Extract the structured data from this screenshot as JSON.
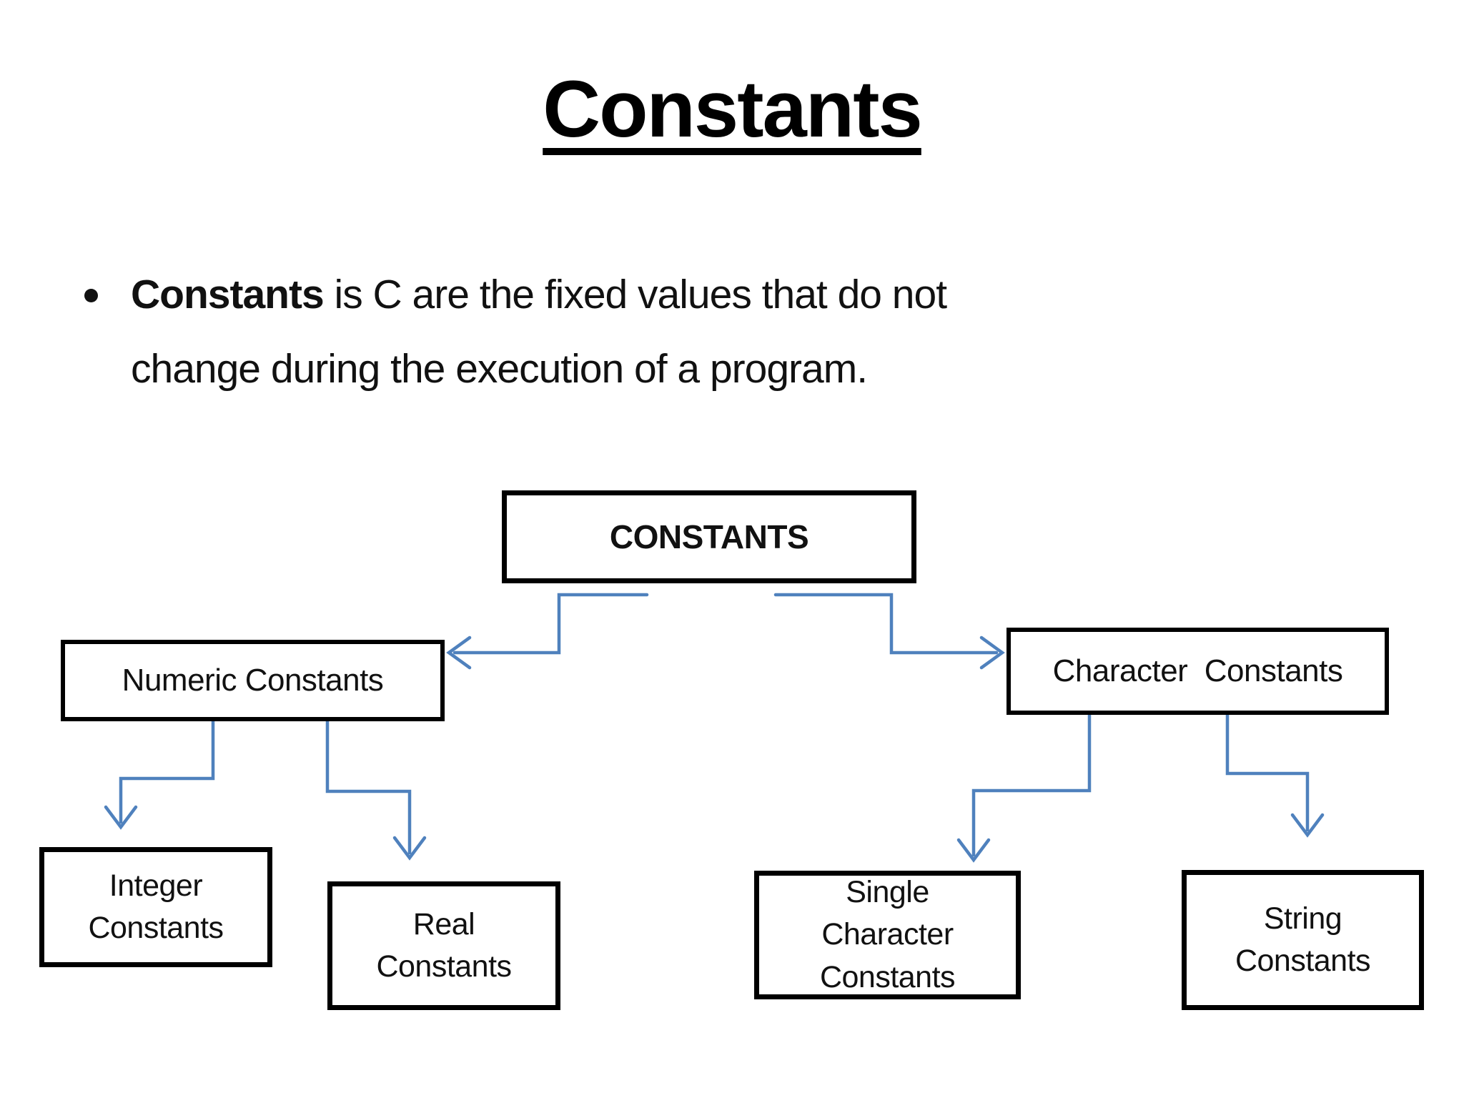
{
  "slide": {
    "title": "Constants",
    "bullet": {
      "line1_bold": "Constants",
      "line1_rest": " is C are the fixed values that do not",
      "line2": "change during the execution of a program."
    }
  },
  "diagram": {
    "root": {
      "label": "CONSTANTS"
    },
    "level1": [
      {
        "id": "numeric",
        "label": "Numeric Constants"
      },
      {
        "id": "character",
        "label": "Character  Constants"
      }
    ],
    "level2": [
      {
        "id": "integer",
        "label": "Integer\nConstants"
      },
      {
        "id": "real",
        "label": "Real\nConstants"
      },
      {
        "id": "single-character",
        "label": "Single\nCharacter\nConstants"
      },
      {
        "id": "string",
        "label": "String\nConstants"
      }
    ]
  },
  "colors": {
    "connector_blue": "#4f81bd",
    "box_border": "#000000",
    "text_black": "#111111",
    "background": "#ffffff"
  }
}
